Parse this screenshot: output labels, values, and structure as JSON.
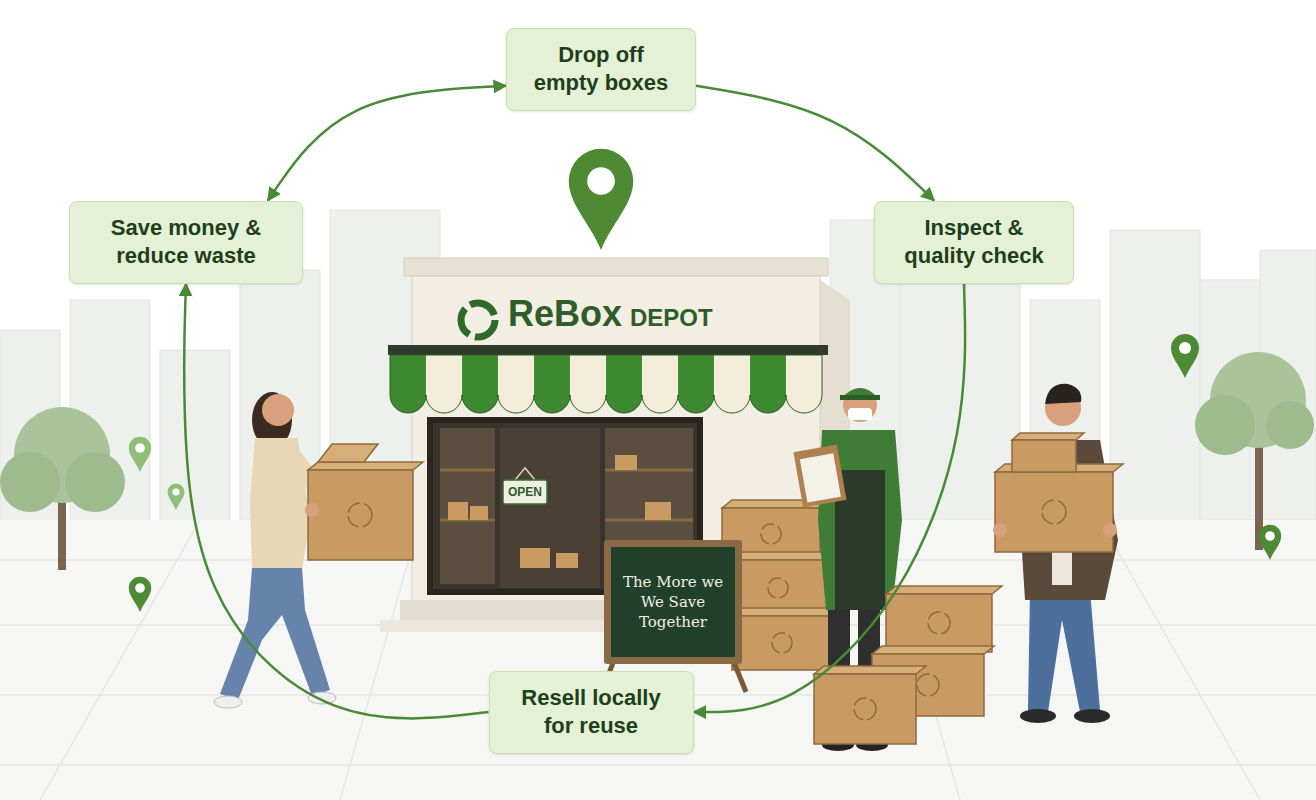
{
  "diagram": {
    "nodes": [
      {
        "text": [
          "Drop off empty boxes"
        ]
      },
      {
        "text": [
          "Inspect & quality check"
        ]
      },
      {
        "text": [
          "Resell locally for reuse"
        ]
      },
      {
        "text": [
          "Save money & reduce waste"
        ]
      }
    ],
    "edges": [
      {
        "from": 0,
        "to": 1,
        "arrow": "to"
      },
      {
        "from": 1,
        "to": 2,
        "arrow": "to"
      },
      {
        "from": 2,
        "to": 3,
        "arrow": "to"
      },
      {
        "from": 3,
        "to": 0,
        "arrow": "both"
      }
    ],
    "labels": [
      "ReBox",
      "DEPOT",
      "OPEN",
      "The More we We Save Together"
    ]
  }
}
